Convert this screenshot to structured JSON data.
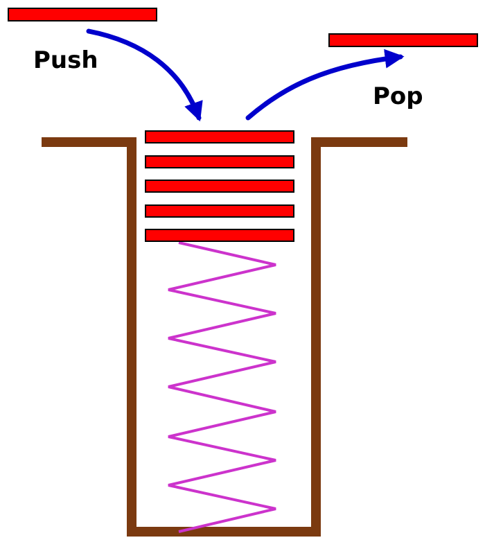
{
  "labels": {
    "push": "Push",
    "pop": "Pop"
  },
  "colors": {
    "plate_fill": "#ff0000",
    "plate_stroke": "#000000",
    "arrow": "#0000cc",
    "container": "#7b3a10",
    "spring": "#cc33cc",
    "label": "#000000",
    "background": "#ffffff"
  },
  "stack": {
    "plate_count": 5
  }
}
